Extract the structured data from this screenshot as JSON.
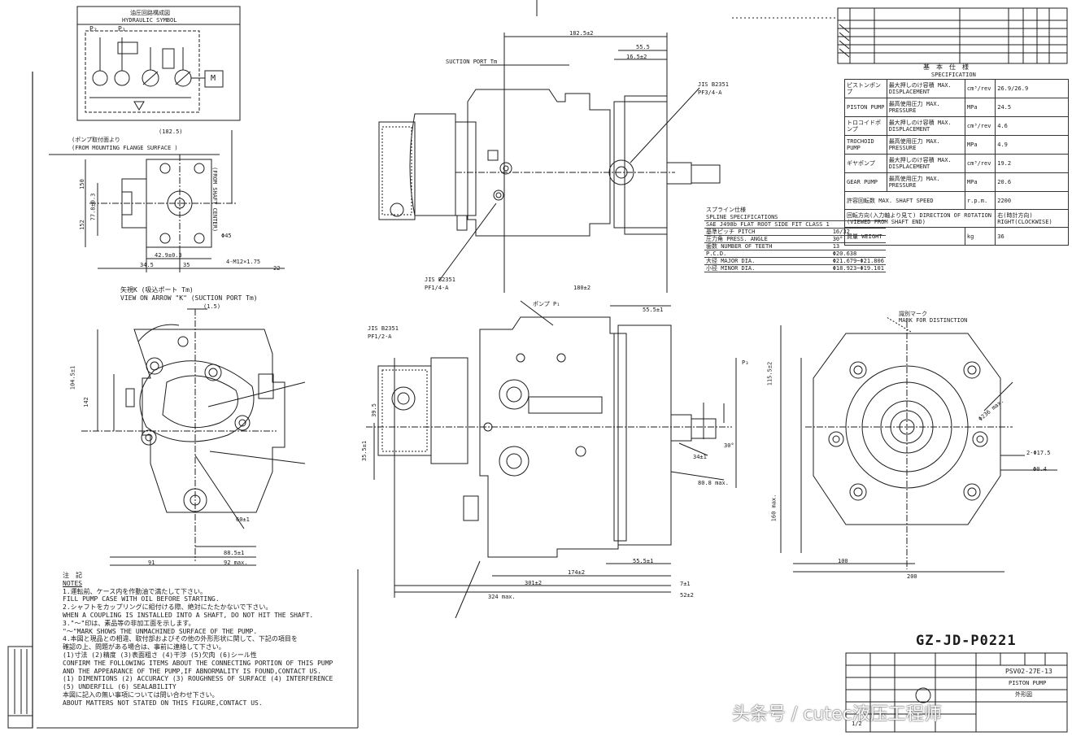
{
  "hydraulic": {
    "title_jp": "油圧回路構成図",
    "title_en": "HYDRAULIC SYMBOL",
    "port_p2": "P₂",
    "port_p1": "P₁",
    "motor": "M"
  },
  "left_view": {
    "note_jp": "(ポンプ取付面より",
    "note_en": "(FROM MOUNTING FLANGE SURFACE )",
    "dim_182": "(182.5)",
    "dim_150": "150",
    "dim_152": "152",
    "dim_77": "77.8±0.3",
    "dim_429": "42.9±0.3",
    "dim_345": "34.5",
    "dim_35": "35",
    "dim_thread": "4-M12×1.75",
    "dim_22": "22",
    "dim_45": "Φ45",
    "shaft_center": "(FROM SHAFT CENTER)"
  },
  "view_k": {
    "title_jp": "矢視K (吸込ポート Tm)",
    "title_en": "VIEW ON ARROW \"K\" (SUCTION PORT Tm)",
    "dim_15": "(1.5)",
    "dim_1045": "104.5±1",
    "dim_142": "142",
    "dim_885": "88.5±1",
    "dim_91": "91",
    "dim_92": "92 max.",
    "dim_60": "60±1"
  },
  "top_view": {
    "dim_1825": "182.5±2",
    "dim_555": "55.5",
    "dim_16": "16.5±2",
    "dim_180": "180±2",
    "suction": "SUCTION PORT Tm",
    "jis1": "JIS B2351",
    "pf1": "PF3/4-A",
    "jis2": "JIS B2351",
    "pf2": "PF1/4-A"
  },
  "spline": {
    "title_jp": "スプライン仕様",
    "title_en": "SPLINE SPECIFICATIONS",
    "rows": [
      [
        "SAE J498b FLAT ROOT SIDE FIT CLASS 1",
        ""
      ],
      [
        "基準ピッチ PITCH",
        "16/32"
      ],
      [
        "圧力角 PRESS. ANGLE",
        "30°"
      ],
      [
        "歯数 NUMBER OF TEETH",
        "13"
      ],
      [
        "P.C.D.",
        "Φ20.638"
      ],
      [
        "大径 MAJOR DIA.",
        "Φ21.679~Φ21.806"
      ],
      [
        "小径 MINOR DIA.",
        "Φ18.923~Φ19.101"
      ]
    ]
  },
  "front_view": {
    "dim_555": "55.5±1",
    "dim_301": "301±2",
    "dim_324": "324 max.",
    "dim_174": "174±2",
    "dim_7": "7±1",
    "dim_52": "52±2",
    "dim_555b": "55.5±1",
    "dim_34": "34±1",
    "dim_30": "30°",
    "dim_808": "80.8 max.",
    "dim_355": "35.5±1",
    "dim_395": "39.5",
    "jis": "JIS B2351",
    "pf": "PF1/2-A",
    "ps_label": "ポンプ P₁",
    "p3": "P₃"
  },
  "right_view": {
    "mark_jp": "識別マーク",
    "mark_en": "MARK FOR DISTINCTION",
    "dim_1155": "115.5±2",
    "dim_160": "160 max.",
    "dim_100": "100",
    "dim_200": "200",
    "dim_dia": "Φ236 max.",
    "holes": "2-Φ17.5",
    "pos": "Φ0.4"
  },
  "spec": {
    "title_jp": "基　本　仕　様",
    "title_en": "SPECIFICATION",
    "rows": [
      [
        "ピストンポンプ",
        "最大押しのけ容積 MAX. DISPLACEMENT",
        "cm³/rev",
        "26.9/26.9"
      ],
      [
        "PISTON PUMP",
        "最高使用圧力 MAX. PRESSURE",
        "MPa",
        "24.5"
      ],
      [
        "トロコイドポンプ",
        "最大押しのけ容積 MAX. DISPLACEMENT",
        "cm³/rev",
        "4.6"
      ],
      [
        "TROCHOID PUMP",
        "最高使用圧力 MAX. PRESSURE",
        "MPa",
        "4.9"
      ],
      [
        "ギヤポンプ",
        "最大押しのけ容積 MAX. DISPLACEMENT",
        "cm³/rev",
        "19.2"
      ],
      [
        "GEAR PUMP",
        "最高使用圧力 MAX. PRESSURE",
        "MPa",
        "20.6"
      ],
      [
        "許容回転数 MAX. SHAFT SPEED",
        "",
        "r.p.m.",
        "2200"
      ],
      [
        "回転方向(入力軸より見て) DIRECTION OF ROTATION (VIEWED FROM SHAFT END)",
        "",
        "",
        "右(時計方向) RIGHT(CLOCKWISE)"
      ],
      [
        "質量 WEIGHT",
        "",
        "kg",
        "36"
      ]
    ]
  },
  "notes": {
    "title_jp": "注　記",
    "title_en": "NOTES",
    "lines": [
      "1.運転前、ケース内を作動油で満たして下さい。",
      "  FILL PUMP CASE WITH OIL BEFORE STARTING.",
      "2.シャフトをカップリングに組付ける際、絶対にたたかないで下さい。",
      "  WHEN A COUPLING IS INSTALLED INTO A SHAFT, DO NOT HIT THE SHAFT.",
      "3.\"〜\"印は、素品等の非加工面を示します。",
      "  \"〜\"MARK SHOWS THE UNMACHINED SURFACE OF THE PUMP.",
      "4.本図と現品との相違、取付部およびその他の外形形状に関して、下記の項目を",
      "  確認の上、問題がある場合は、事前に連絡して下さい。",
      "  (1)寸法 (2)精度 (3)表面粗さ (4)干渉 (5)欠肉 (6)シール性",
      "  CONFIRM THE FOLLOWING ITEMS ABOUT THE CONNECTING PORTION OF THIS PUMP",
      "  AND THE APPEARANCE OF THE PUMP,IF ABNORMALITY IS FOUND,CONTACT US.",
      "  (1) DIMENTIONS  (2) ACCURACY  (3) ROUGHNESS OF SURFACE  (4) INTERFERENCE",
      "  (5) UNDERFILL  (6) SEALABILITY",
      "  本図に記入の無い事項については問い合わせ下さい。",
      "  ABOUT MATTERS NOT STATED ON THIS FIGURE,CONTACT US."
    ]
  },
  "title_block": {
    "drawing_no": "GZ-JD-P0221",
    "model": "PSV02-27E-13",
    "name": "PISTON PUMP",
    "name_jp": "外形図",
    "scale": "1/2"
  },
  "watermark": "头条号 / cutec液压工程师"
}
